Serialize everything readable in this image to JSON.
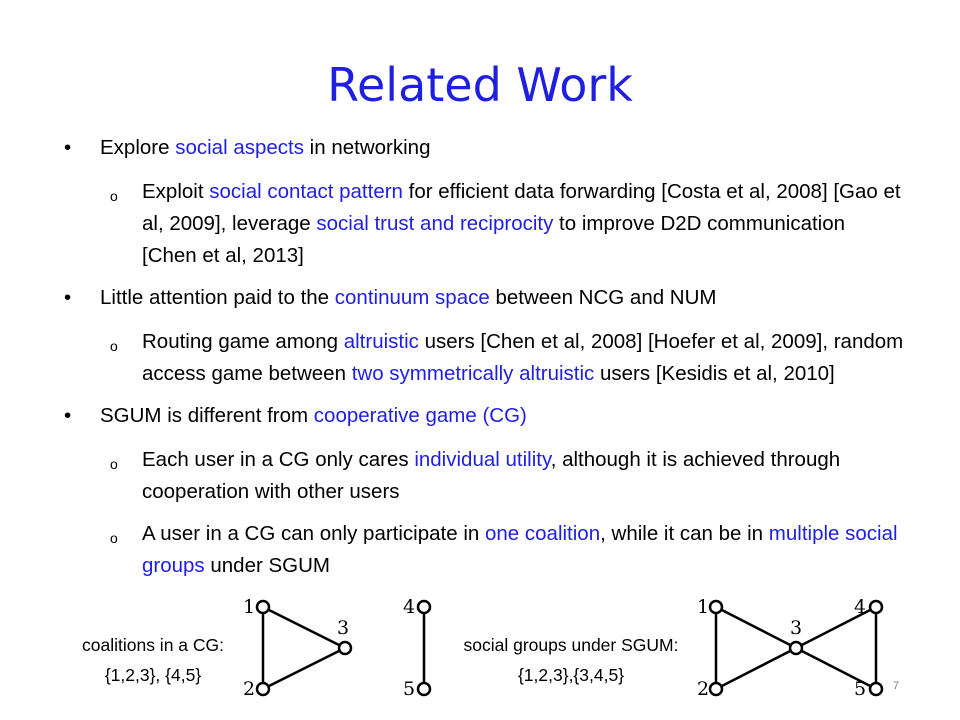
{
  "title": "Related Work",
  "bullets": [
    {
      "parts": [
        "Explore ",
        "social aspects",
        " in networking"
      ],
      "sub": [
        {
          "parts": [
            "Exploit ",
            "social contact pattern",
            " for efficient data forwarding [Costa et al, 2008] [Gao et al, 2009], leverage ",
            "social trust and reciprocity",
            " to improve D2D communication [Chen et al, 2013]"
          ]
        }
      ]
    },
    {
      "parts": [
        "Little attention paid to the ",
        "continuum space",
        " between NCG and NUM"
      ],
      "sub": [
        {
          "parts": [
            "Routing game among ",
            "altruistic",
            " users [Chen et al, 2008] [Hoefer et al, 2009], random access game between ",
            "two symmetrically altruistic",
            " users [Kesidis et al, 2010]"
          ]
        }
      ]
    },
    {
      "parts": [
        "SGUM is different from ",
        "cooperative game (CG)"
      ],
      "sub": [
        {
          "parts": [
            "Each user in a CG only cares ",
            "individual utility",
            ", although it is achieved through cooperation with other users"
          ]
        },
        {
          "parts": [
            "A user in a CG can only participate in ",
            "one coalition",
            ", while it can be in ",
            "multiple social groups",
            " under SGUM"
          ]
        }
      ]
    }
  ],
  "diagram": {
    "caption_left": [
      "coalitions in a CG:",
      "{1,2,3}, {4,5}"
    ],
    "caption_right": [
      "social groups under SGUM:",
      "{1,2,3},{3,4,5}"
    ],
    "left_nodes": [
      "1",
      "2",
      "3",
      "4",
      "5"
    ],
    "right_nodes": [
      "1",
      "2",
      "3",
      "4",
      "5"
    ]
  },
  "page_number": "7",
  "colors": {
    "accent": "#1f1fe0",
    "text": "#000000"
  }
}
